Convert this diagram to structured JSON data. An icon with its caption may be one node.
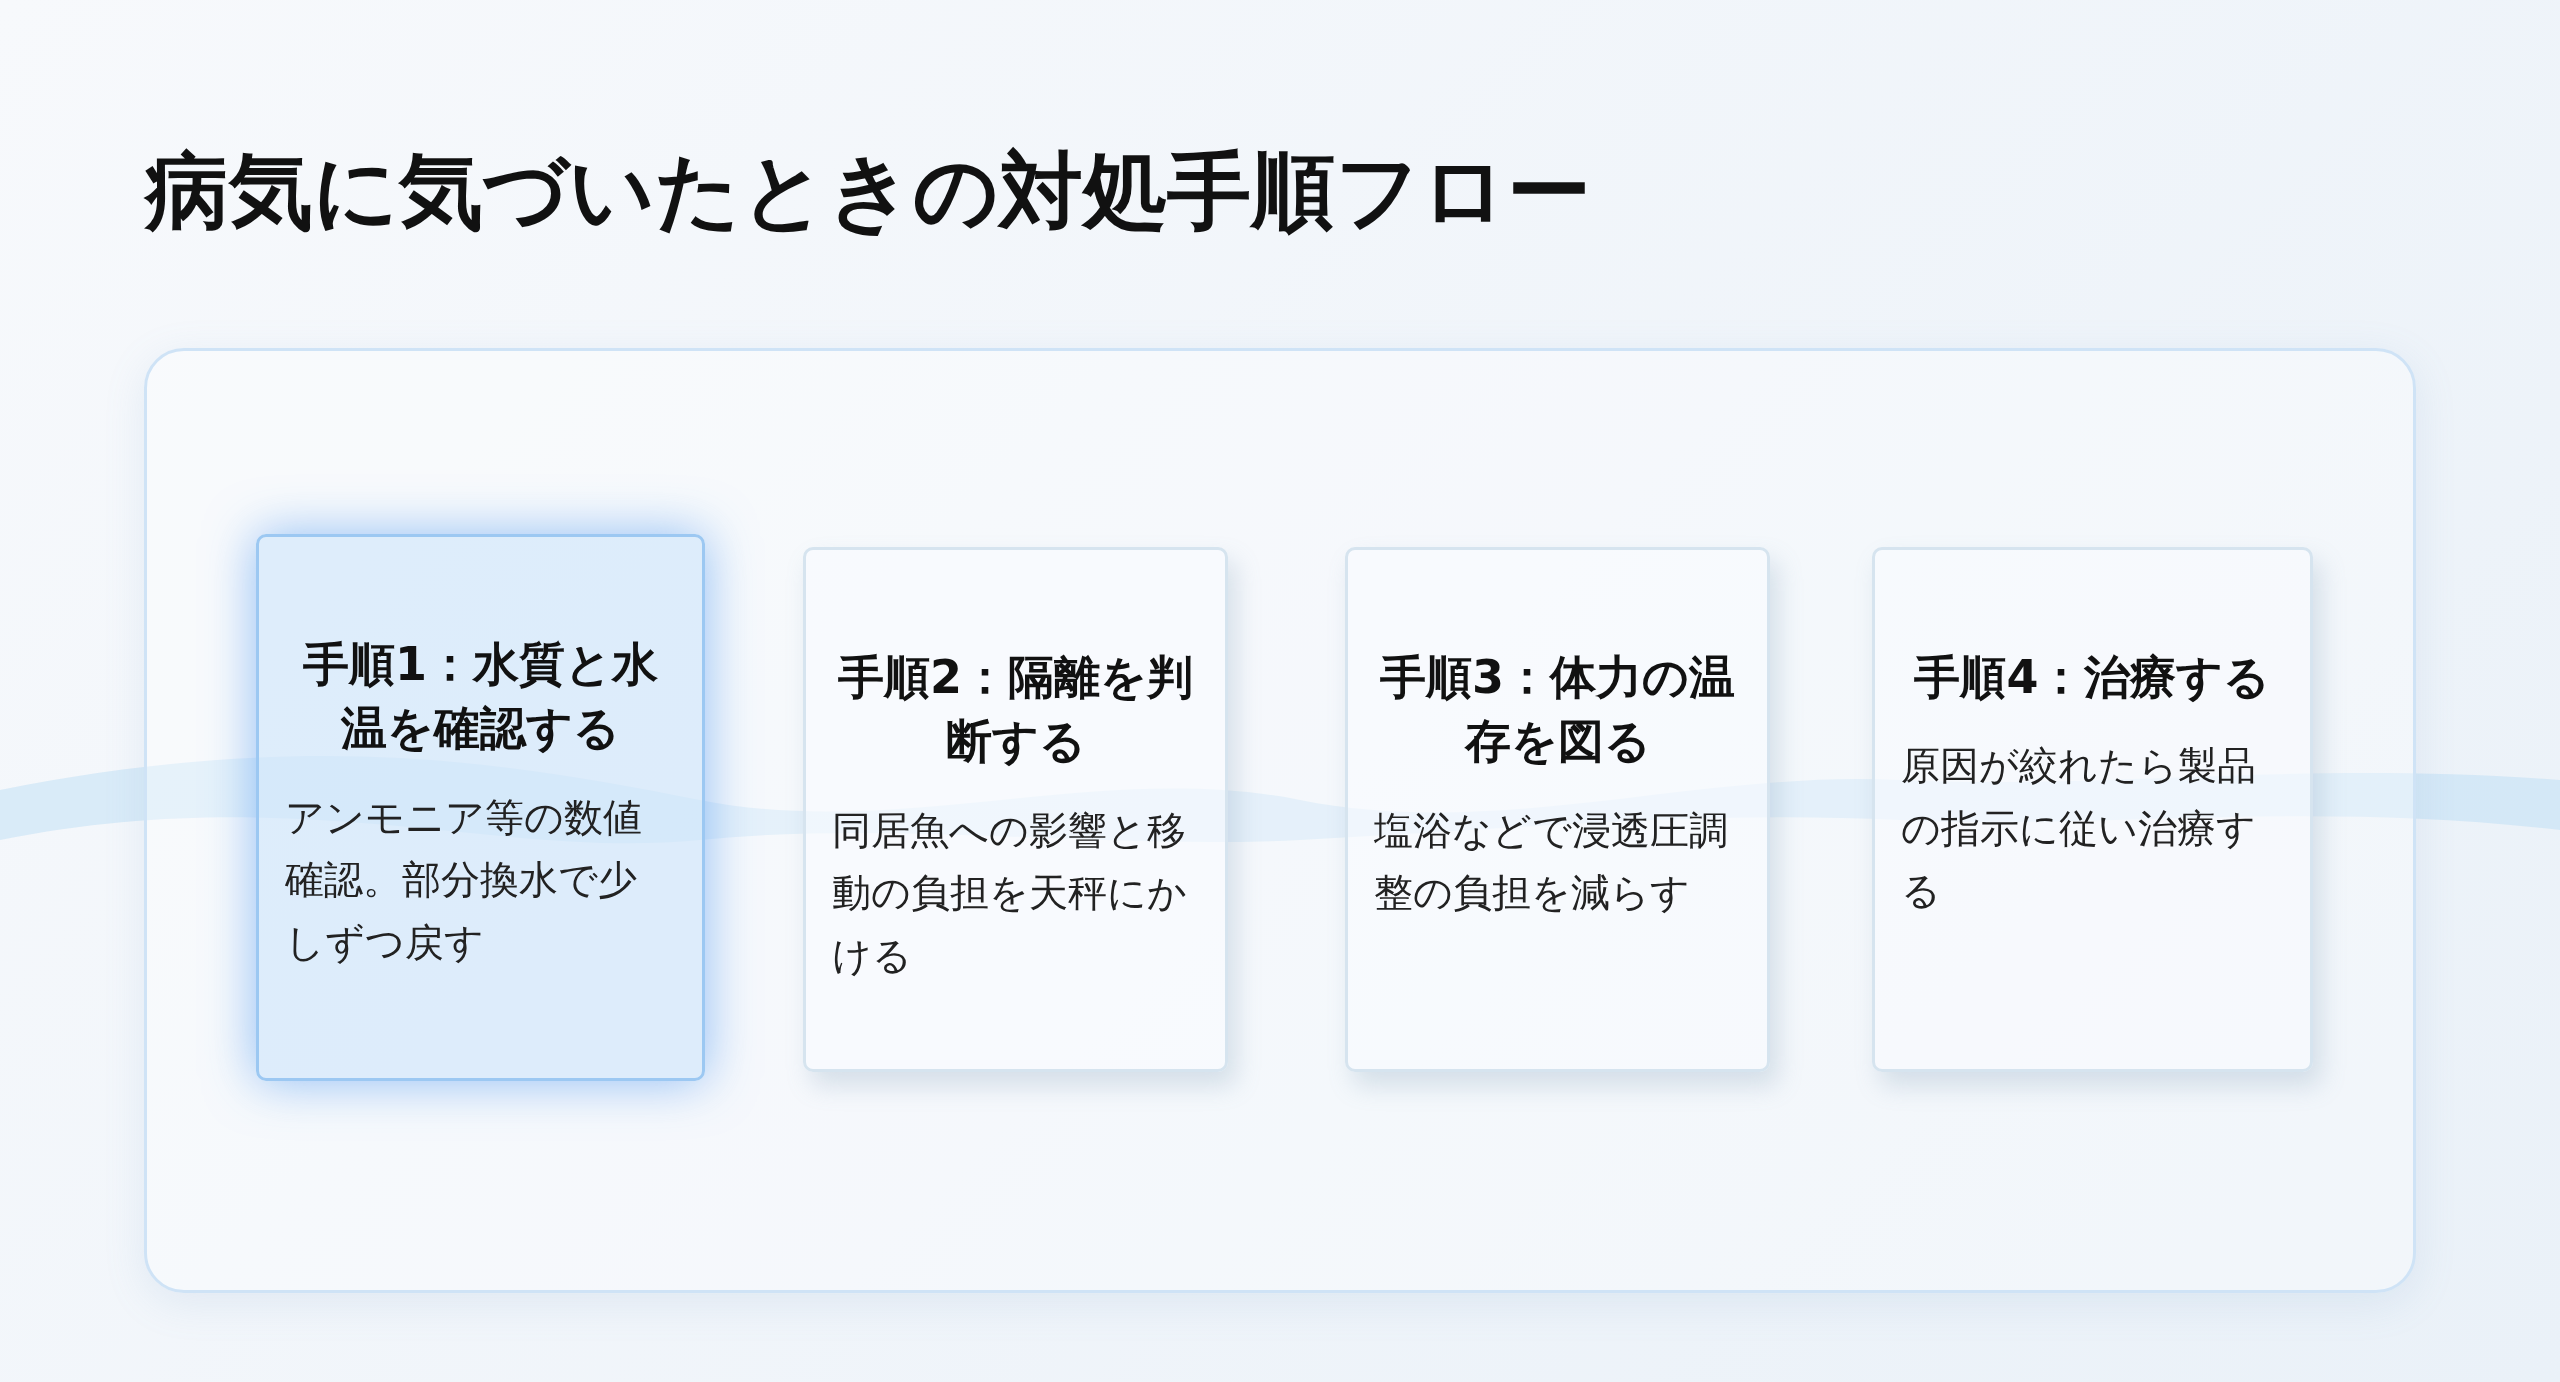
{
  "diagram": {
    "title": "病気に気づいたときの対処手順フロー",
    "nodes": [
      {
        "text": [],
        "shape": "box"
      },
      {
        "text": [
          "手順1：水質と水温を確認する",
          "アンモニア等の数値確認。部分換水で少しずつ戻す"
        ],
        "in": 0
      },
      {
        "text": [
          "手順2：隔離を判断する",
          "同居魚への影響と移動の負担を天秤にかける"
        ],
        "in": 0
      },
      {
        "text": [
          "手順3：体力の温存を図る",
          "塩浴などで浸透圧調整の負担を減らす"
        ],
        "in": 0
      },
      {
        "text": [
          "手順4：治療する",
          "原因が絞れたら製品の指示に従い治療する"
        ],
        "in": 0
      }
    ]
  }
}
